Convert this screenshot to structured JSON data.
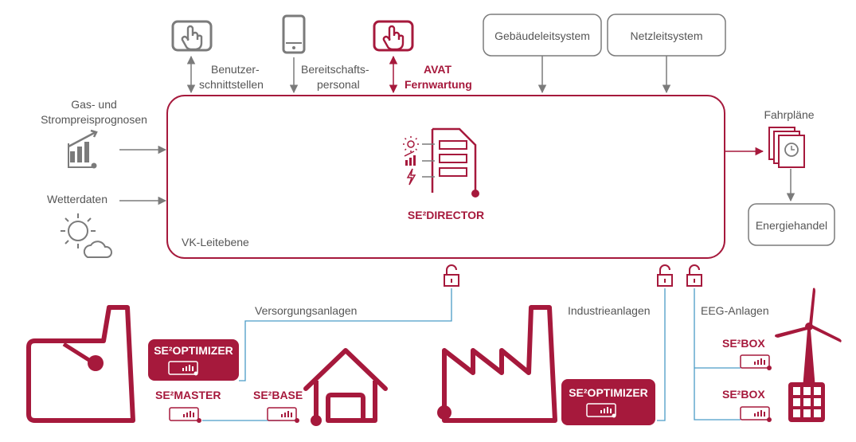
{
  "colors": {
    "accent": "#a6193c",
    "gray": "#7b7b7b",
    "text": "#555555",
    "line_blue": "#4a9cc7"
  },
  "labels": {
    "benutzer_l1": "Benutzer-",
    "benutzer_l2": "schnittstellen",
    "bereitschaft_l1": "Bereitschafts-",
    "bereitschaft_l2": "personal",
    "avat_l1": "AVAT",
    "avat_l2": "Fernwartung",
    "gebaeude": "Gebäudeleitsystem",
    "netzleit": "Netzleitsystem",
    "gas_l1": "Gas- und",
    "gas_l2": "Strompreisprognosen",
    "wetter": "Wetterdaten",
    "director": "SE²DIRECTOR",
    "leitebene": "VK-Leitebene",
    "fahrplaene": "Fahrpläne",
    "energiehandel": "Energiehandel",
    "versorgung": "Versorgungsanlagen",
    "industrie": "Industrieanlagen",
    "eeg": "EEG-Anlagen",
    "optimizer_1": "SE²OPTIMIZER",
    "optimizer_2": "SE²OPTIMIZER",
    "master": "SE²MASTER",
    "base": "SE²BASE",
    "box_1": "SE²BOX",
    "box_2": "SE²BOX"
  },
  "icons": [
    "touch-panel-icon",
    "smartphone-icon",
    "touch-panel-red-icon",
    "chart-growth-icon",
    "sun-cloud-icon",
    "schedule-clock-icon",
    "lock-icon",
    "power-plant-icon",
    "house-icon",
    "factory-icon",
    "wind-turbine-icon",
    "solar-panel-icon",
    "device-module-icon"
  ]
}
